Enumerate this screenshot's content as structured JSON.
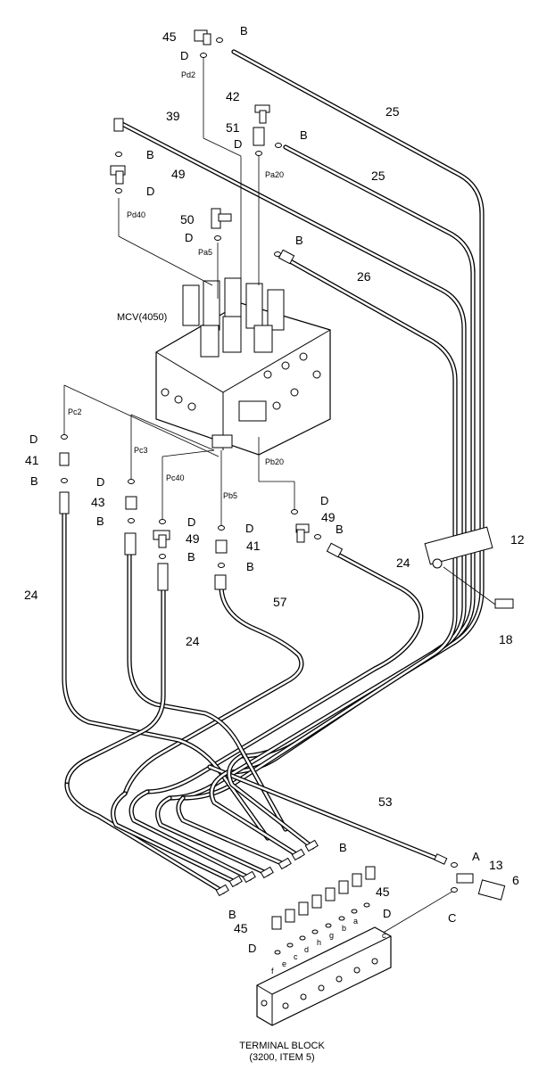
{
  "callouts": {
    "c45_top": "45",
    "c42": "42",
    "c51": "51",
    "c39": "39",
    "c25_a": "25",
    "c25_b": "25",
    "c49_upper": "49",
    "c50": "50",
    "c26": "26",
    "c41_left": "41",
    "c43": "43",
    "c49_mid": "49",
    "c41_mid": "41",
    "c49_right": "49",
    "c12": "12",
    "c24_right": "24",
    "c18": "18",
    "c24_left": "24",
    "c24_mid": "24",
    "c57": "57",
    "c53": "53",
    "c13": "13",
    "c6": "6",
    "c45_block_a": "45",
    "c45_block_b": "45"
  },
  "letters": {
    "B_top": "B",
    "D_top": "D",
    "B_51": "B",
    "D_51": "D",
    "B_49u": "B",
    "D_49u": "D",
    "B_50": "B",
    "D_50": "D",
    "D_pc2": "D",
    "B_41l": "B",
    "D_pc3": "D",
    "B_43": "B",
    "D_pc40": "D",
    "B_49m": "B",
    "D_pb5": "D",
    "B_41m": "B",
    "D_pb20": "D",
    "B_49r": "B",
    "A": "A",
    "C": "C",
    "B_block": "B",
    "B_block_left": "B",
    "D_block_right": "D",
    "D_block_left": "D"
  },
  "ports": {
    "pd2": "Pd2",
    "pa20": "Pa20",
    "pd40": "Pd40",
    "pa5": "Pa5",
    "pc2": "Pc2",
    "pc3": "Pc3",
    "pc40": "Pc40",
    "pb5": "Pb5",
    "pb20": "Pb20"
  },
  "block_ports": [
    "a",
    "b",
    "g",
    "h",
    "d",
    "c",
    "e",
    "f"
  ],
  "block_port_c": "c",
  "mcv_label": "MCV(4050)",
  "terminal_block_label": "TERMINAL BLOCK",
  "terminal_block_sub": "(3200, ITEM 5)"
}
